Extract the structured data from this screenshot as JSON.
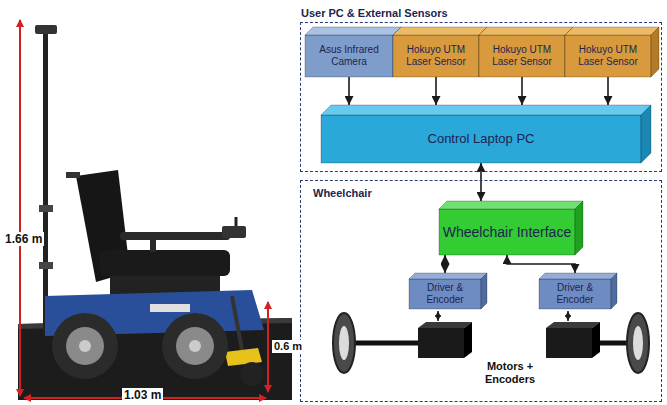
{
  "diagram": {
    "nodes": [
      {
        "text": [
          "User PC & External Sensors"
        ]
      },
      {
        "text": [
          "Asus Infrared Camera"
        ],
        "in": 0
      },
      {
        "text": [
          "Hokuyo UTM Laser Sensor"
        ],
        "in": 0
      },
      {
        "text": [
          "Hokuyo UTM Laser Sensor"
        ],
        "in": 0
      },
      {
        "text": [
          "Hokuyo UTM Laser Sensor"
        ],
        "in": 0
      },
      {
        "text": [
          "Control Laptop PC"
        ],
        "in": 0
      },
      {
        "text": [
          "Wheelchair"
        ]
      },
      {
        "text": [
          "Wheelchair Interface"
        ],
        "in": 6
      },
      {
        "text": [
          "Driver & Encoder"
        ],
        "in": 6
      },
      {
        "text": [
          "Driver & Encoder"
        ],
        "in": 6
      }
    ],
    "edges": [
      {
        "from": 1,
        "to": 5,
        "arrow": "to"
      },
      {
        "from": 2,
        "to": 5,
        "arrow": "to"
      },
      {
        "from": 3,
        "to": 5,
        "arrow": "to"
      },
      {
        "from": 4,
        "to": 5,
        "arrow": "to"
      },
      {
        "from": 5,
        "to": 7,
        "arrow": "both"
      },
      {
        "from": 7,
        "to": 8,
        "arrow": "both"
      },
      {
        "from": 7,
        "to": 9,
        "arrow": "both"
      }
    ],
    "labels": [
      "1.66 m",
      "0.6 m",
      "1.03 m",
      "Motors + Encoders"
    ]
  }
}
